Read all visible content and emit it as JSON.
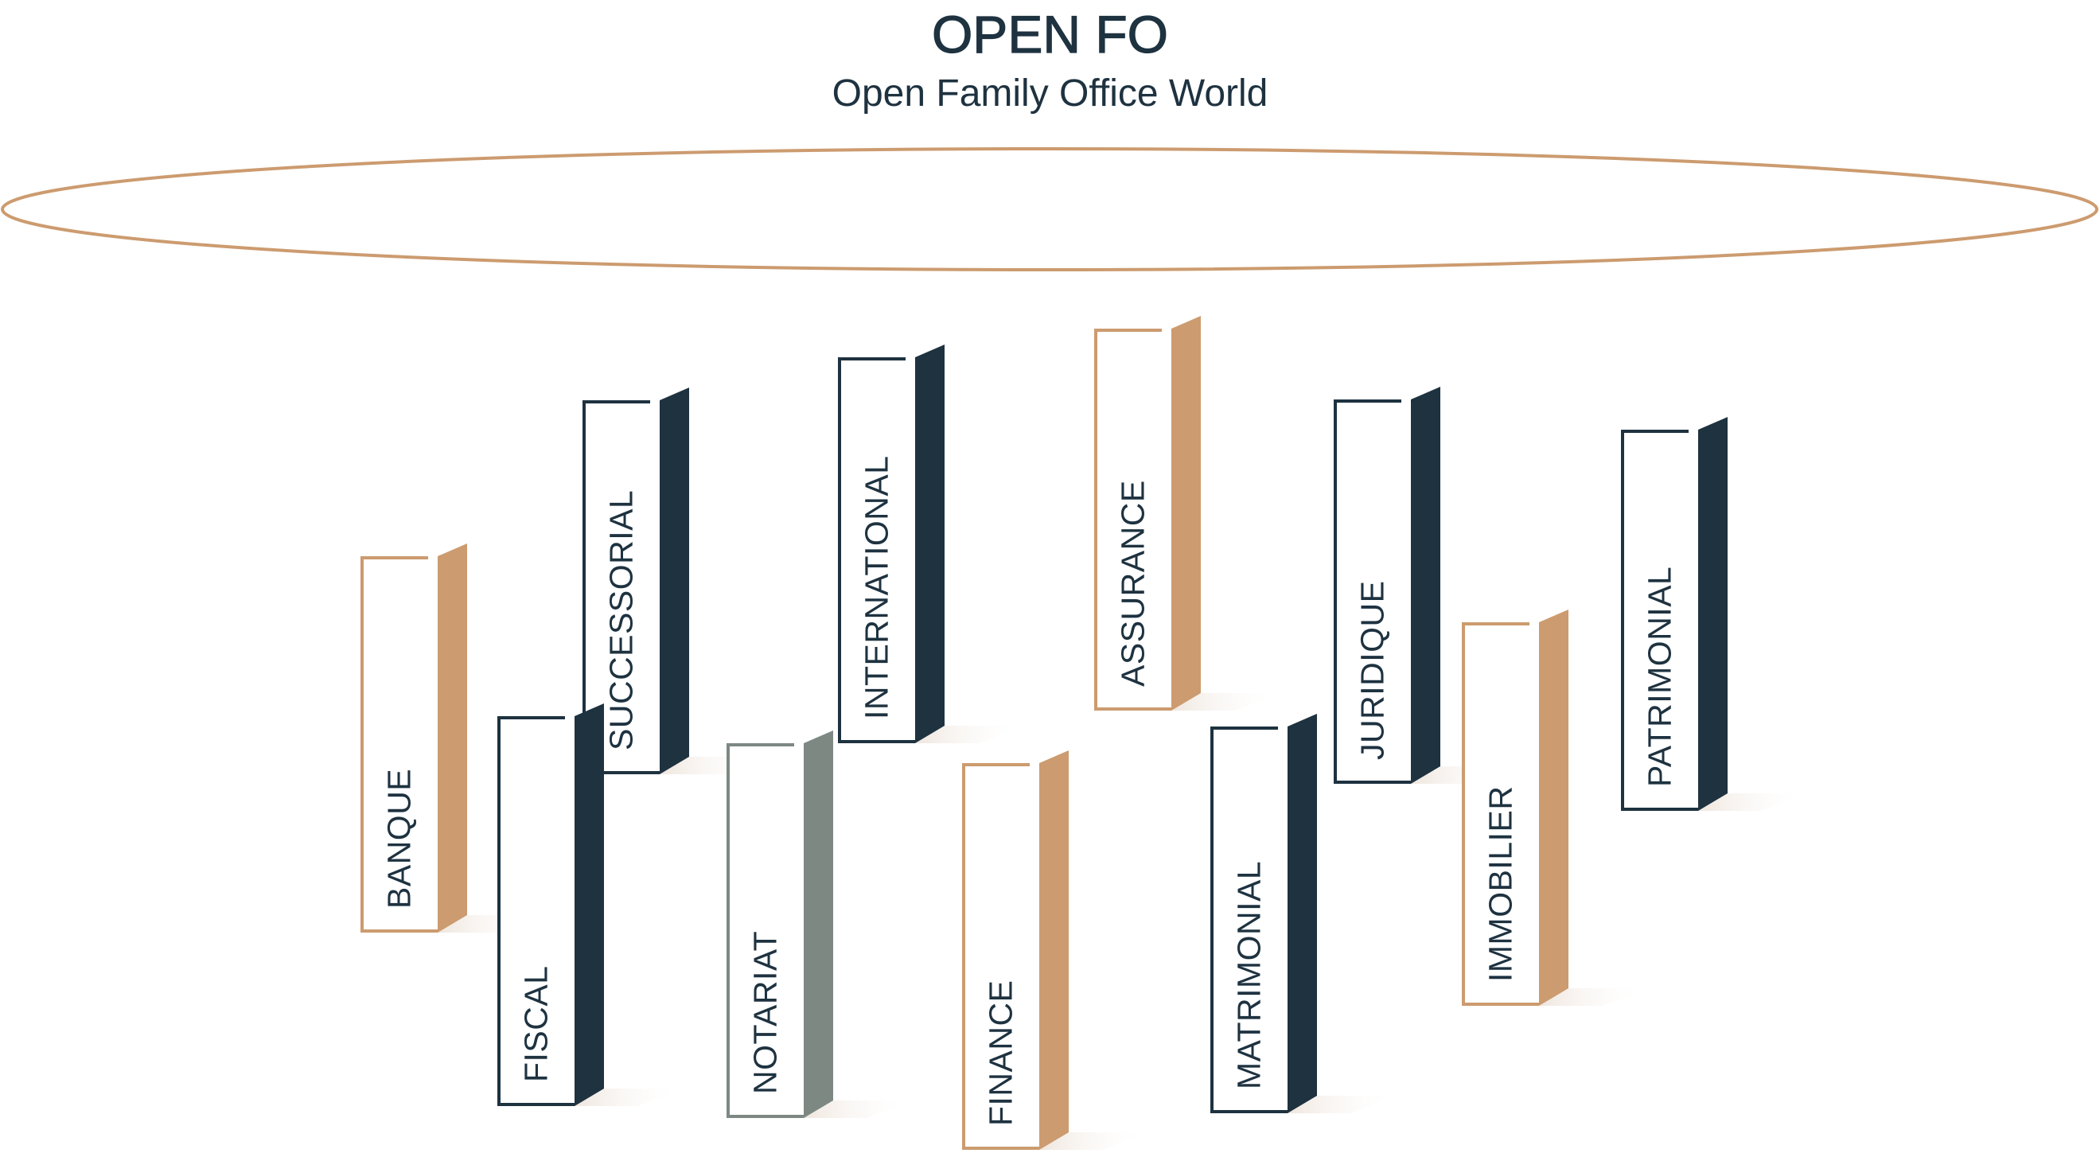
{
  "header": {
    "title": "OPEN FO",
    "subtitle": "Open Family Office World"
  },
  "colors": {
    "navy": "#1e3240",
    "tan": "#cc9b6f",
    "gray": "#7d8883",
    "shadow": "#efe6de",
    "text": "#1e3240"
  },
  "pillars": [
    {
      "label": "BANQUE",
      "color": "tan"
    },
    {
      "label": "FISCAL",
      "color": "navy"
    },
    {
      "label": "SUCCESSORIAL",
      "color": "navy"
    },
    {
      "label": "NOTARIAT",
      "color": "gray"
    },
    {
      "label": "INTERNATIONAL",
      "color": "navy"
    },
    {
      "label": "FINANCE",
      "color": "tan"
    },
    {
      "label": "ASSURANCE",
      "color": "tan"
    },
    {
      "label": "MATRIMONIAL",
      "color": "navy"
    },
    {
      "label": "JURIDIQUE",
      "color": "navy"
    },
    {
      "label": "IMMOBILIER",
      "color": "tan"
    },
    {
      "label": "PATRIMONIAL",
      "color": "navy"
    }
  ]
}
